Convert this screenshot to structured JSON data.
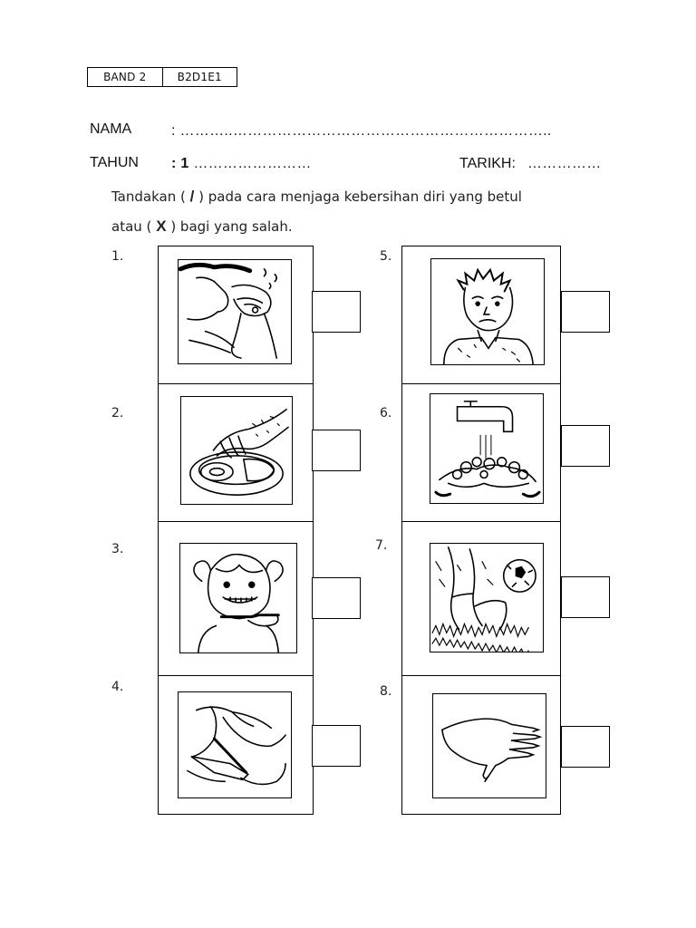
{
  "band": {
    "level": "BAND 2",
    "code": "B2D1E1"
  },
  "form": {
    "nama_label": "NAMA",
    "nama_value": ": ………..………………………………………………………..",
    "tahun_label": "TAHUN",
    "tahun_value_prefix": ": 1",
    "tahun_dots": "……………………",
    "tarikh_label": "TARIKH:",
    "tarikh_dots": "……………"
  },
  "instruction": {
    "line1_a": "Tandakan (",
    "tick_symbol": "/",
    "line1_b": ") pada cara menjaga kebersihan diri yang betul",
    "line2_a": "atau (",
    "cross_symbol": "X",
    "line2_b": ") bagi yang salah."
  },
  "items": [
    {
      "num": "1.",
      "icon": "washing-face-icon"
    },
    {
      "num": "2.",
      "icon": "dirty-hand-food-icon"
    },
    {
      "num": "3.",
      "icon": "girl-brushing-teeth-icon"
    },
    {
      "num": "4.",
      "icon": "trimming-nails-icon"
    },
    {
      "num": "5.",
      "icon": "dirty-boy-icon"
    },
    {
      "num": "6.",
      "icon": "washing-hands-tap-icon"
    },
    {
      "num": "7.",
      "icon": "playing-football-icon"
    },
    {
      "num": "8.",
      "icon": "long-nails-hand-icon"
    }
  ]
}
